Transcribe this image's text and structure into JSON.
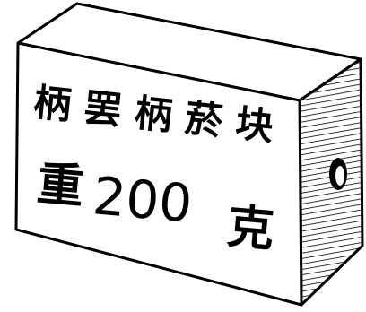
{
  "block": {
    "line1": "柄 罢 柄 菸 块",
    "line2_prefix": "重",
    "line2_number": "200",
    "line2_suffix": "克"
  }
}
